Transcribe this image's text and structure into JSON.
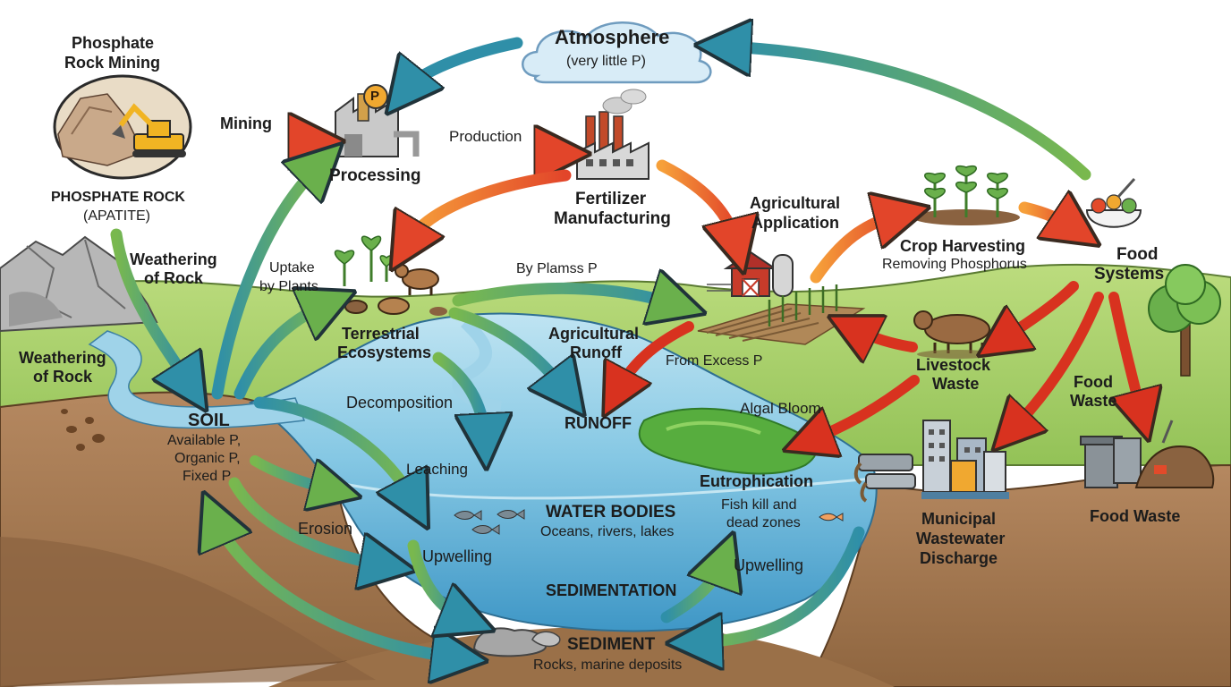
{
  "labels": {
    "atmosphere": "Atmosphere",
    "atmosphere_sub": "(very little P)",
    "phosphate_mining_title_1": "Phosphate",
    "phosphate_mining_title_2": "Rock Mining",
    "phosphate_rock_1": "PHOSPHATE ROCK",
    "phosphate_rock_2": "(APATITE)",
    "mining": "Mining",
    "processing": "Processing",
    "production": "Production",
    "fertilizer_1": "Fertilizer",
    "fertilizer_2": "Manufacturing",
    "agricultural_app_1": "Agricultural",
    "agricultural_app_2": "Application",
    "crop_harvesting": "Crop Harvesting",
    "crop_harvesting_sub": "Removing Phosphorus",
    "food_systems_1": "Food",
    "food_systems_2": "Systems",
    "weathering_top_1": "Weathering",
    "weathering_top_2": "of Rock",
    "weathering_left_1": "Weathering",
    "weathering_left_2": "of Rock",
    "uptake_1": "Uptake",
    "uptake_2": "by Plants",
    "by_plamss": "By Plamss P",
    "terrestrial_1": "Terrestrial",
    "terrestrial_2": "Ecosystems",
    "agricultural_runoff_1": "Agricultural",
    "agricultural_runoff_2": "Runoff",
    "from_excess": "From Excess P",
    "livestock_1": "Livestock",
    "livestock_2": "Waste",
    "food_waste_arrow_1": "Food",
    "food_waste_arrow_2": "Waste",
    "decomposition": "Decomposition",
    "runoff": "RUNOFF",
    "algal_bloom": "Algal Bloom",
    "soil": "SOIL",
    "soil_1": "Available P,",
    "soil_2": "Organic P,",
    "soil_3": "Fixed P",
    "leaching": "Leaching",
    "eutrophication": "Eutrophication",
    "fish_kill_1": "Fish kill and",
    "fish_kill_2": "dead zones",
    "water_bodies": "WATER BODIES",
    "water_bodies_sub": "Oceans, rivers, lakes",
    "erosion": "Erosion",
    "upwelling_left": "Upwelling",
    "upwelling_right": "Upwelling",
    "sedimentation": "SEDIMENTATION",
    "municipal_1": "Municipal",
    "municipal_2": "Wastewater",
    "municipal_3": "Discharge",
    "food_waste_bin": "Food Waste",
    "sediment": "SEDIMENT",
    "sediment_sub": "Rocks, marine deposits",
    "p_badge": "P"
  },
  "colors": {
    "sky": "#ffffff",
    "grass": "#a9cf6a",
    "grass_dark": "#86b34c",
    "soil": "#a57a52",
    "soil_dark": "#8a6240",
    "water": "#8fcde6",
    "water_deep": "#4ea6d0",
    "algae": "#4fa83d",
    "arrow_orange": "#ee7a2c",
    "arrow_red": "#de3a22",
    "arrow_green": "#6ab04c",
    "arrow_teal": "#2f8fa8"
  }
}
